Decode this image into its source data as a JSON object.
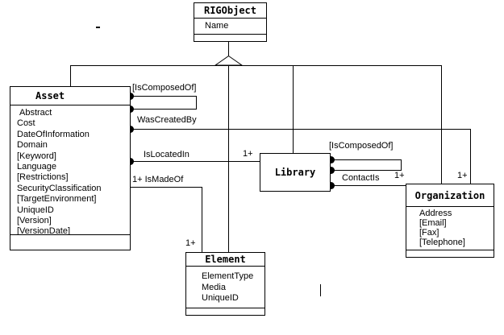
{
  "canvas": {
    "background": "#ffffff",
    "line_color": "#000000"
  },
  "classes": {
    "rigobject": {
      "title": "RIGObject",
      "attributes": [
        "Name"
      ]
    },
    "asset": {
      "title": "Asset",
      "attributes": [
        "Abstract",
        "Cost",
        "DateOfInformation",
        "Domain",
        "[Keyword]",
        "Language",
        "[Restrictions]",
        "SecurityClassification",
        "[TargetEnvironment]",
        "UniqueID",
        "[Version]",
        "[VersionDate]"
      ]
    },
    "library": {
      "title": "Library",
      "attributes": []
    },
    "organization": {
      "title": "Organization",
      "attributes": [
        "Address",
        "[Email]",
        "[Fax]",
        "[Telephone]"
      ]
    },
    "element": {
      "title": "Element",
      "attributes": [
        "ElementType",
        "Media",
        "UniqueID"
      ]
    }
  },
  "associations": {
    "asset_is_composed_of": {
      "label": "[IsComposedOf]",
      "from": "Asset",
      "to": "Asset"
    },
    "was_created_by": {
      "label": "WasCreatedBy",
      "from": "Asset",
      "to": "Organization",
      "target_multiplicity": "1+"
    },
    "is_located_in": {
      "label": "IsLocatedIn",
      "from": "Asset",
      "to": "Library",
      "target_multiplicity": "1+"
    },
    "is_made_of": {
      "label": "1+ IsMadeOf",
      "from": "Asset",
      "to": "Element",
      "target_multiplicity": "1+"
    },
    "library_is_composed_of": {
      "label": "[IsComposedOf]",
      "from": "Library",
      "to": "Library"
    },
    "contact_is": {
      "label": "ContactIs",
      "from": "Library",
      "to": "Organization",
      "target_multiplicity": "1+"
    }
  },
  "generalization": {
    "parent": "RIGObject",
    "children": [
      "Asset",
      "Element",
      "Library",
      "Organization"
    ]
  }
}
